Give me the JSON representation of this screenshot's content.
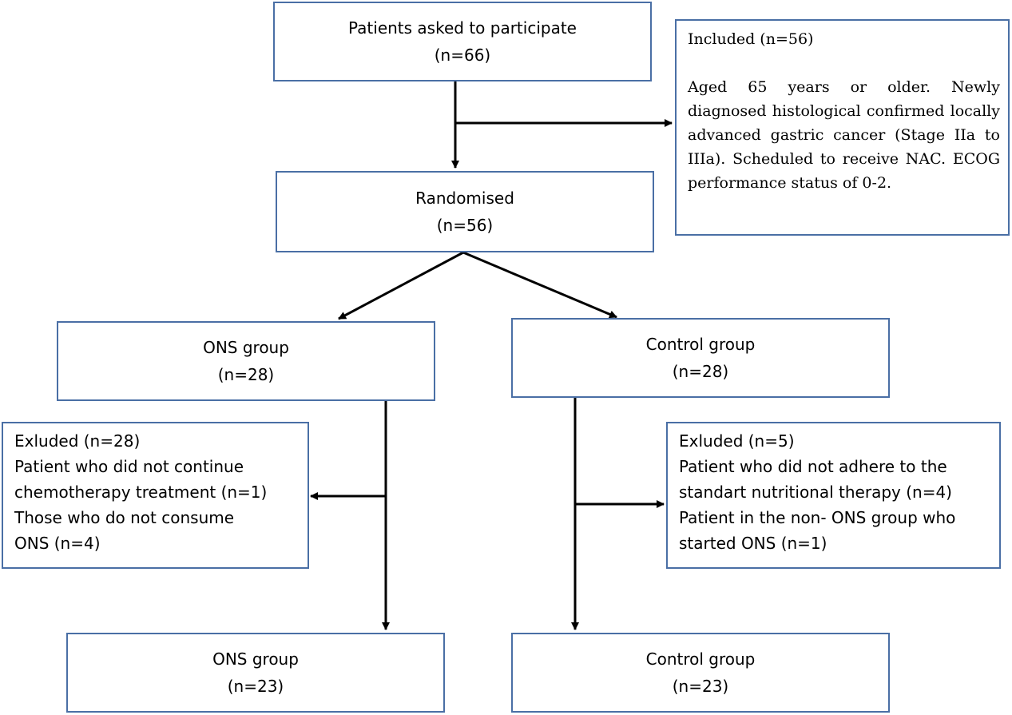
{
  "nodes": {
    "asked": {
      "title": "Patients asked to participate",
      "count": "(n=66)"
    },
    "included": {
      "title": "Included (n=56)",
      "criteria": "Aged 65 years or older. Newly diagnosed histological confirmed locally advanced gastric cancer (Stage IIa to IIIa). Scheduled to receive NAC. ECOG performance status of 0-2."
    },
    "randomised": {
      "title": "Randomised",
      "count": "(n=56)"
    },
    "ons_group": {
      "title": "ONS group",
      "count": "(n=28)"
    },
    "control_group": {
      "title": "Control group",
      "count": "(n=28)"
    },
    "ons_excluded": {
      "lines": [
        "Exluded (n=28)",
        "Patient who did not continue",
        "chemotherapy treatment (n=1)",
        "Those who do not consume",
        "ONS (n=4)"
      ]
    },
    "control_excluded": {
      "lines": [
        "Exluded (n=5)",
        "Patient who did not adhere to the",
        "standart nutritional therapy (n=4)",
        "Patient in the non- ONS group who",
        "started ONS (n=1)"
      ]
    },
    "ons_final": {
      "title": "ONS group",
      "count": "(n=23)"
    },
    "control_final": {
      "title": "Control group",
      "count": "(n=23)"
    }
  },
  "colors": {
    "box_border": "#4a6fa5",
    "arrow": "#000000"
  }
}
